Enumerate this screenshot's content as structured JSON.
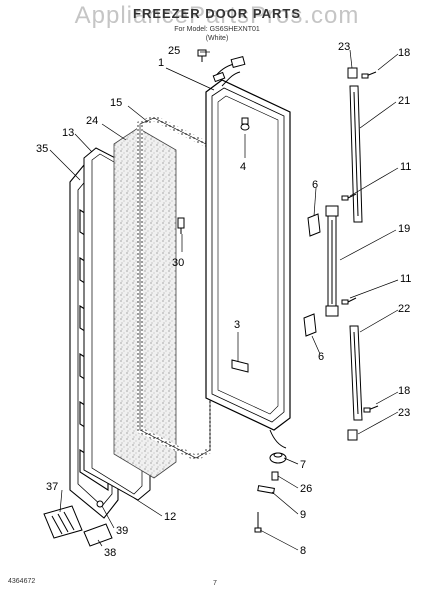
{
  "header": {
    "title": "FREEZER DOOR PARTS",
    "model_line": "For Model: GS6SHEXNT01",
    "color_line": "(White)",
    "watermark": "AppliancePartsPros.com"
  },
  "footer": {
    "code": "4364672",
    "page": "7"
  },
  "callouts": {
    "c1": "1",
    "c3": "3",
    "c4": "4",
    "c6a": "6",
    "c6b": "6",
    "c7": "7",
    "c8": "8",
    "c9": "9",
    "c11a": "11",
    "c11b": "11",
    "c12": "12",
    "c13": "13",
    "c15": "15",
    "c18a": "18",
    "c18b": "18",
    "c19": "19",
    "c21": "21",
    "c22": "22",
    "c23a": "23",
    "c23b": "23",
    "c24": "24",
    "c25": "25",
    "c26": "26",
    "c30": "30",
    "c35": "35",
    "c37": "37",
    "c38": "38",
    "c39": "39"
  }
}
